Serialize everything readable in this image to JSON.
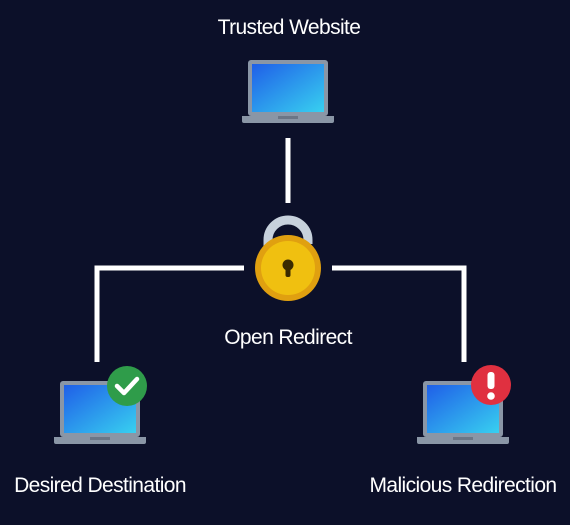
{
  "nodes": {
    "top": {
      "label": "Trusted Website",
      "icon": "laptop-icon"
    },
    "center": {
      "label": "Open Redirect",
      "icon": "unlocked-padlock-icon"
    },
    "left": {
      "label": "Desired Destination",
      "icon": "laptop-icon",
      "badge": "check-badge-icon"
    },
    "right": {
      "label": "Malicious Redirection",
      "icon": "laptop-icon",
      "badge": "exclamation-badge-icon"
    }
  },
  "colors": {
    "background": "#0c1029",
    "connector": "#ffffff",
    "screen_top": "#1f5fe8",
    "screen_bottom": "#38d0f0",
    "laptop_frame": "#8a96a6",
    "lock_body": "#e8b40f",
    "lock_shackle": "#c7d1dc",
    "success": "#2f9c4a",
    "danger": "#e03040"
  }
}
